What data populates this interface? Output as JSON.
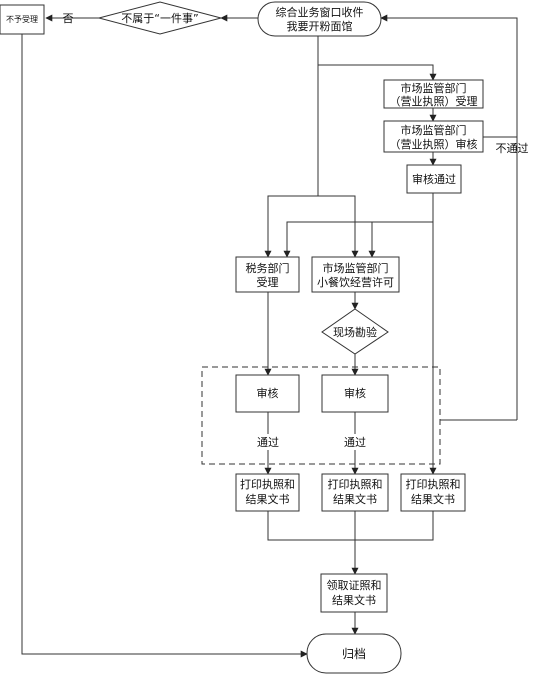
{
  "nodes": {
    "start_l1": "综合业务窗口收件",
    "start_l2": "我要开粉面馆",
    "not_one_thing": "不属于“一件事”",
    "reject": "不予受理",
    "market_accept_l1": "市场监管部门",
    "market_accept_l2": "（营业执照）受理",
    "market_review_l1": "市场监管部门",
    "market_review_l2": "（营业执照）审核",
    "review_pass": "审核通过",
    "tax_l1": "税务部门",
    "tax_l2": "受理",
    "food_l1": "市场监管部门",
    "food_l2": "小餐饮经营许可",
    "site_inspection": "现场勘验",
    "audit_left": "审核",
    "audit_mid": "审核",
    "print_l1": "打印执照和",
    "print_l2": "结果文书",
    "collect_l1": "领取证照和",
    "collect_l2": "结果文书",
    "archive": "归档"
  },
  "edge_labels": {
    "no": "否",
    "fail": "不通过",
    "pass_left": "通过",
    "pass_mid": "通过"
  }
}
